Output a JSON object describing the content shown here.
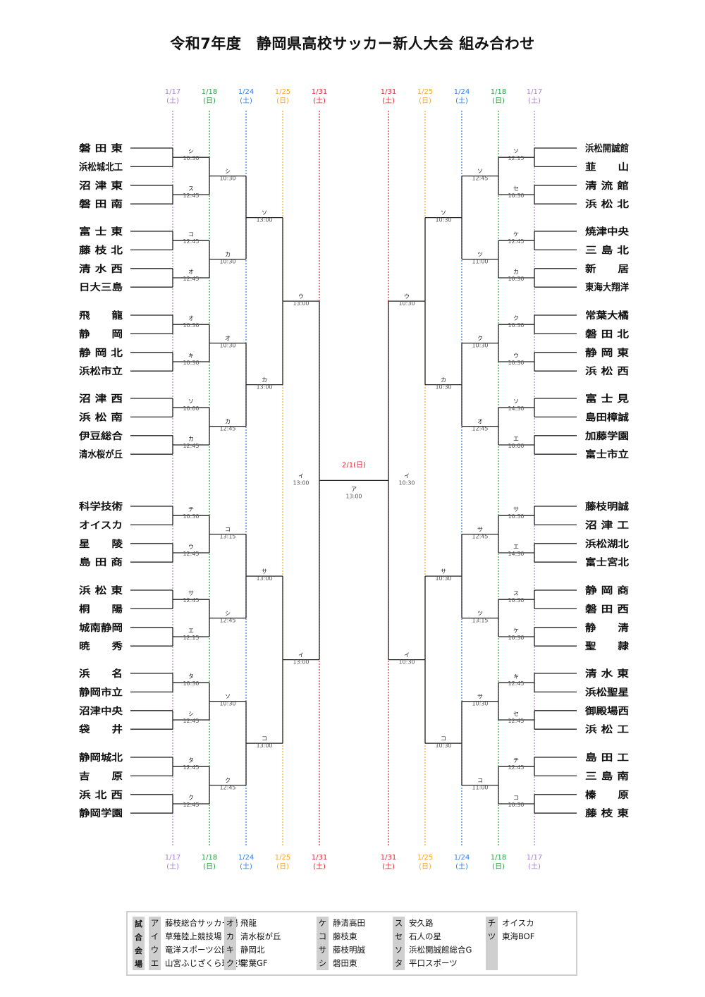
{
  "title": "令和7年度　静岡県高校サッカー新人大会 組み合わせ",
  "dates": {
    "left": [
      {
        "md": "1/17",
        "dw": "(土)",
        "color": "#a77fd0"
      },
      {
        "md": "1/18",
        "dw": "(日)",
        "color": "#22a33a"
      },
      {
        "md": "1/24",
        "dw": "(土)",
        "color": "#2f7fe0"
      },
      {
        "md": "1/25",
        "dw": "(日)",
        "color": "#f5a623"
      },
      {
        "md": "1/31",
        "dw": "(土)",
        "color": "#e8202a"
      }
    ],
    "right": [
      {
        "md": "1/31",
        "dw": "(土)",
        "color": "#e8202a"
      },
      {
        "md": "1/25",
        "dw": "(日)",
        "color": "#f5a623"
      },
      {
        "md": "1/24",
        "dw": "(土)",
        "color": "#2f7fe0"
      },
      {
        "md": "1/18",
        "dw": "(日)",
        "color": "#22a33a"
      },
      {
        "md": "1/17",
        "dw": "(土)",
        "color": "#a77fd0"
      }
    ]
  },
  "final": {
    "date": "2/1(日)",
    "venue": "ア",
    "time": "13:00"
  },
  "left": {
    "teams": [
      "磐 田 東",
      "浜松城北工",
      "沼 津 東",
      "磐 田 南",
      "富 士 東",
      "藤 枝 北",
      "清 水 西",
      "日大三島",
      "飛　　龍",
      "静　　岡",
      "静 岡 北",
      "浜松市立",
      "沼 津 西",
      "浜 松 南",
      "伊豆総合",
      "清水桜が丘",
      "科学技術",
      "オイスカ",
      "星　　陵",
      "島 田 商",
      "浜 松 東",
      "桐　　陽",
      "城南静岡",
      "暁　　秀",
      "浜　　名",
      "静岡市立",
      "沼津中央",
      "袋　　井",
      "静岡城北",
      "吉　　原",
      "浜 北 西",
      "静岡学園"
    ],
    "r1": [
      {
        "venue": "シ",
        "time": "10:30"
      },
      {
        "venue": "ス",
        "time": "12:45"
      },
      {
        "venue": "コ",
        "time": "12:45"
      },
      {
        "venue": "オ",
        "time": "12:45"
      },
      {
        "venue": "オ",
        "time": "10:30"
      },
      {
        "venue": "キ",
        "time": "10:30"
      },
      {
        "venue": "ソ",
        "time": "10:00"
      },
      {
        "venue": "カ",
        "time": "12:45"
      },
      {
        "venue": "チ",
        "time": "10:30"
      },
      {
        "venue": "ウ",
        "time": "12:45"
      },
      {
        "venue": "サ",
        "time": "12:45"
      },
      {
        "venue": "エ",
        "time": "12:15"
      },
      {
        "venue": "タ",
        "time": "10:30"
      },
      {
        "venue": "シ",
        "time": "12:45"
      },
      {
        "venue": "タ",
        "time": "12:45"
      },
      {
        "venue": "ク",
        "time": "12:45"
      }
    ],
    "r2": [
      {
        "venue": "シ",
        "time": "10:30"
      },
      {
        "venue": "カ",
        "time": "10:30"
      },
      {
        "venue": "オ",
        "time": "10:30"
      },
      {
        "venue": "カ",
        "time": "12:45"
      },
      {
        "venue": "コ",
        "time": "13:15"
      },
      {
        "venue": "シ",
        "time": "12:45"
      },
      {
        "venue": "ソ",
        "time": "10:30"
      },
      {
        "venue": "ク",
        "time": "12:45"
      }
    ],
    "r3": [
      {
        "venue": "ソ",
        "time": "13:00"
      },
      {
        "venue": "カ",
        "time": "13:00"
      },
      {
        "venue": "サ",
        "time": "13:00"
      },
      {
        "venue": "コ",
        "time": "13:00"
      }
    ],
    "qf": [
      {
        "venue": "ウ",
        "time": "13:00"
      },
      {
        "venue": "イ",
        "time": "13:00"
      }
    ],
    "sf": [
      {
        "venue": "イ",
        "time": "13:00"
      }
    ]
  },
  "right": {
    "teams": [
      "浜松開誠館",
      "韮　　山",
      "清 流 館",
      "浜 松 北",
      "焼津中央",
      "三 島 北",
      "新　　居",
      "東海大翔洋",
      "常葉大橘",
      "磐 田 北",
      "静 岡 東",
      "浜 松 西",
      "富 士 見",
      "島田樟誠",
      "加藤学園",
      "富士市立",
      "藤枝明誠",
      "沼 津 工",
      "浜松湖北",
      "富士宮北",
      "静 岡 商",
      "磐 田 西",
      "静　　清",
      "聖　　隷",
      "清 水 東",
      "浜松聖星",
      "御殿場西",
      "浜 松 工",
      "島 田 工",
      "三 島 南",
      "榛　　原",
      "藤 枝 東"
    ],
    "r1": [
      {
        "venue": "ソ",
        "time": "12:15"
      },
      {
        "venue": "セ",
        "time": "10:30"
      },
      {
        "venue": "ケ",
        "time": "12:45"
      },
      {
        "venue": "カ",
        "time": "10:30"
      },
      {
        "venue": "ク",
        "time": "10:30"
      },
      {
        "venue": "ウ",
        "time": "10:30"
      },
      {
        "venue": "ソ",
        "time": "14:30"
      },
      {
        "venue": "エ",
        "time": "10:00"
      },
      {
        "venue": "サ",
        "time": "10:30"
      },
      {
        "venue": "エ",
        "time": "14:30"
      },
      {
        "venue": "ス",
        "time": "10:30"
      },
      {
        "venue": "ケ",
        "time": "10:30"
      },
      {
        "venue": "キ",
        "time": "12:45"
      },
      {
        "venue": "セ",
        "time": "12:45"
      },
      {
        "venue": "チ",
        "time": "12:45"
      },
      {
        "venue": "コ",
        "time": "10:30"
      }
    ],
    "r2": [
      {
        "venue": "ソ",
        "time": "12:45"
      },
      {
        "venue": "ツ",
        "time": "11:00"
      },
      {
        "venue": "ク",
        "time": "10:30"
      },
      {
        "venue": "オ",
        "time": "12:45"
      },
      {
        "venue": "サ",
        "time": "12:45"
      },
      {
        "venue": "ツ",
        "time": "13:15"
      },
      {
        "venue": "サ",
        "time": "10:30"
      },
      {
        "venue": "コ",
        "time": "11:00"
      }
    ],
    "r3": [
      {
        "venue": "ソ",
        "time": "10:30"
      },
      {
        "venue": "カ",
        "time": "10:30"
      },
      {
        "venue": "サ",
        "time": "10:30"
      },
      {
        "venue": "コ",
        "time": "10:30"
      }
    ],
    "qf": [
      {
        "venue": "ウ",
        "time": "10:30"
      },
      {
        "venue": "イ",
        "time": "10:30"
      }
    ],
    "sf": [
      {
        "venue": "イ",
        "time": "10:30"
      }
    ]
  },
  "legend": {
    "header": [
      "試",
      "合",
      "会",
      "場"
    ],
    "groups": [
      [
        {
          "code": "ア",
          "venue": "藤枝総合サッカー場"
        },
        {
          "code": "イ",
          "venue": "草薙陸上競技場"
        },
        {
          "code": "ウ",
          "venue": "竜洋スポーツ公園"
        },
        {
          "code": "エ",
          "venue": "山宮ふじざくら球技場"
        }
      ],
      [
        {
          "code": "オ",
          "venue": "飛龍"
        },
        {
          "code": "カ",
          "venue": "清水桜が丘"
        },
        {
          "code": "キ",
          "venue": "静岡北"
        },
        {
          "code": "ク",
          "venue": "常葉GF"
        }
      ],
      [
        {
          "code": "ケ",
          "venue": "静清高田"
        },
        {
          "code": "コ",
          "venue": "藤枝東"
        },
        {
          "code": "サ",
          "venue": "藤枝明誠"
        },
        {
          "code": "シ",
          "venue": "磐田東"
        }
      ],
      [
        {
          "code": "ス",
          "venue": "安久路"
        },
        {
          "code": "セ",
          "venue": "石人の星"
        },
        {
          "code": "ソ",
          "venue": "浜松開誠館総合G"
        },
        {
          "code": "タ",
          "venue": "平口スポーツ"
        }
      ],
      [
        {
          "code": "チ",
          "venue": "オイスカ"
        },
        {
          "code": "ツ",
          "venue": "東海BOF"
        }
      ]
    ]
  }
}
